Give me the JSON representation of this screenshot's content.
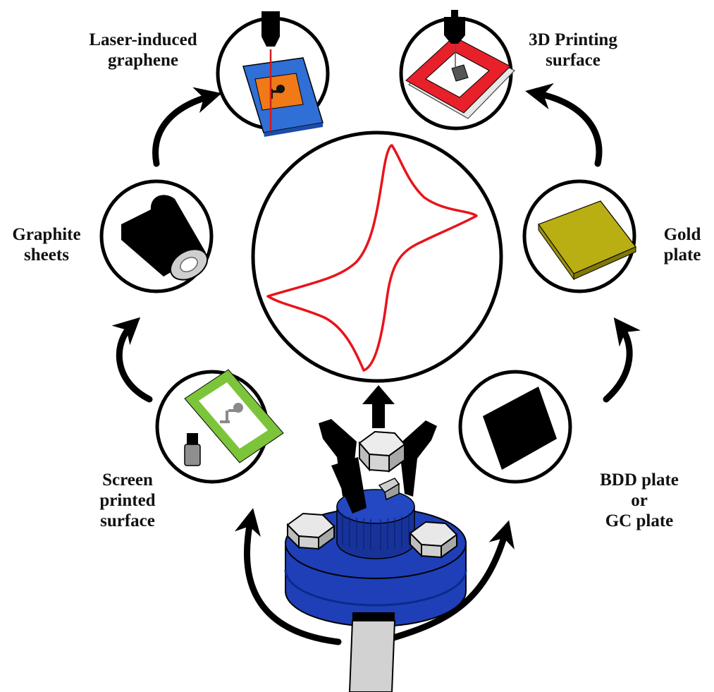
{
  "labels": {
    "laser_induced_graphene": [
      "Laser-induced",
      "graphene"
    ],
    "printing_3d_surface": [
      "3D Printing",
      "surface"
    ],
    "graphite_sheets": [
      "Graphite",
      "sheets"
    ],
    "gold_plate": [
      "Gold",
      "plate"
    ],
    "screen_printed_surface": [
      "Screen",
      "printed",
      "surface"
    ],
    "bdd_gc_plate": [
      "BDD plate",
      "or",
      "GC plate"
    ]
  },
  "colors": {
    "cv_curve": "#e8141b",
    "cell_body": "#1e3fb8",
    "lig_substrate": "#2f6fd6",
    "lig_region": "#f07a17",
    "print_frame": "#e8202a",
    "gold": "#b9ae12",
    "screen_green": "#7cc43a",
    "outline": "#000000"
  },
  "icons": {
    "center": "cyclic-voltammogram-icon",
    "lig": "laser-graphene-icon",
    "print3d": "3d-printer-icon",
    "graphite": "graphite-roll-icon",
    "gold": "gold-plate-icon",
    "screen": "screen-printed-electrode-icon",
    "bdd": "bdd-plate-icon",
    "cell": "electrochemical-cell-icon"
  }
}
